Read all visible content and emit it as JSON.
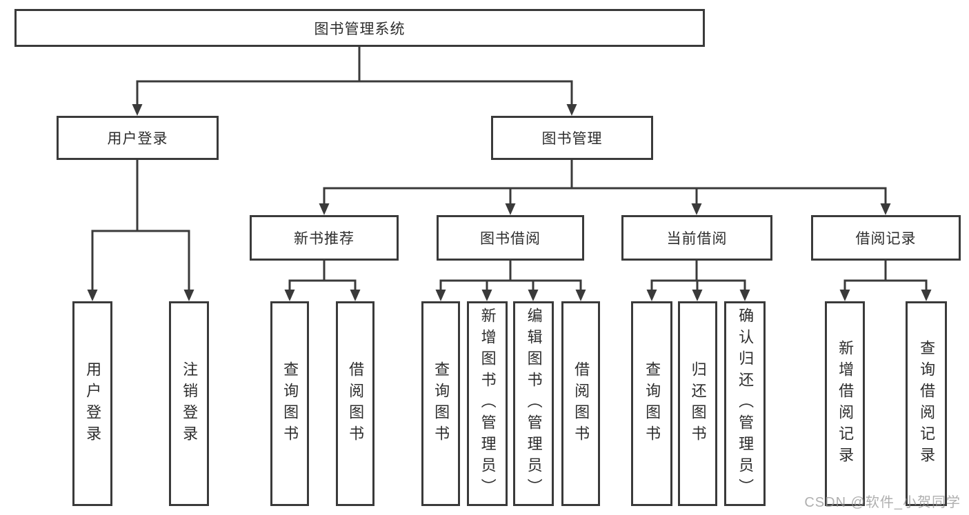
{
  "diagram": {
    "root": {
      "label": "图书管理系统"
    },
    "branches": [
      {
        "label": "用户登录",
        "children": [
          {
            "label": "用户登录"
          },
          {
            "label": "注销登录"
          }
        ]
      },
      {
        "label": "图书管理",
        "children": [
          {
            "label": "新书推荐",
            "children": [
              {
                "label": "查询图书"
              },
              {
                "label": "借阅图书"
              }
            ]
          },
          {
            "label": "图书借阅",
            "children": [
              {
                "label": "查询图书"
              },
              {
                "label": "新增图书（管理员）"
              },
              {
                "label": "编辑图书（管理员）"
              },
              {
                "label": "借阅图书"
              }
            ]
          },
          {
            "label": "当前借阅",
            "children": [
              {
                "label": "查询图书"
              },
              {
                "label": "归还图书"
              },
              {
                "label": "确认归还（管理员）"
              }
            ]
          },
          {
            "label": "借阅记录",
            "children": [
              {
                "label": "新增借阅记录"
              },
              {
                "label": "查询借阅记录"
              }
            ]
          }
        ]
      }
    ]
  },
  "watermark": {
    "text": "CSDN @软件_小贺同学"
  },
  "colors": {
    "line": "#3a3a3a",
    "text": "#2d2d2d",
    "watermark": "#949494",
    "background": "#ffffff"
  }
}
